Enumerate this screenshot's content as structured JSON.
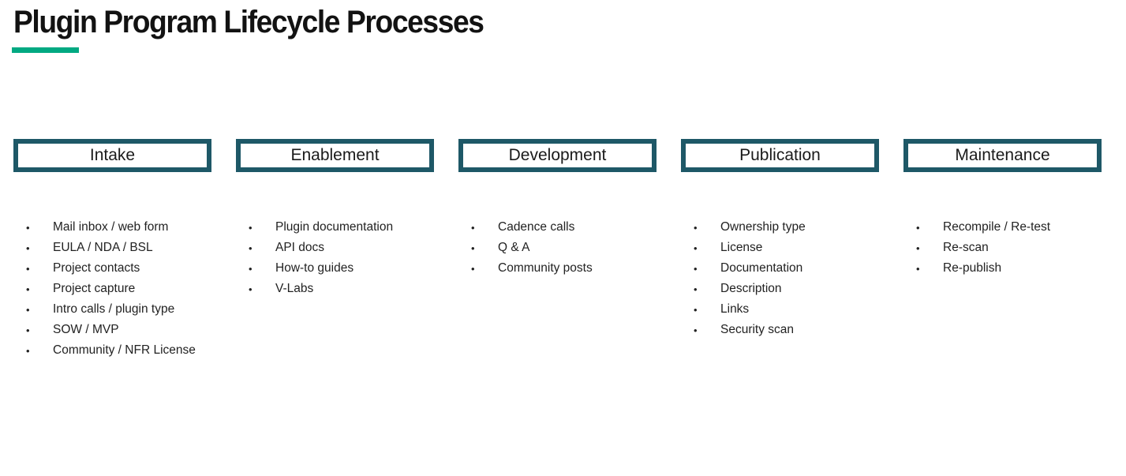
{
  "slide": {
    "title": "Plugin Program Lifecycle Processes",
    "accent_color": "#01A982",
    "box_border_color": "#1E5867",
    "bullet_icon": "•"
  },
  "columns": [
    {
      "header": "Intake",
      "items": [
        "Mail inbox / web form",
        "EULA / NDA / BSL",
        "Project contacts",
        "Project capture",
        "Intro calls / plugin type",
        "SOW / MVP",
        "Community / NFR License"
      ]
    },
    {
      "header": "Enablement",
      "items": [
        "Plugin documentation",
        "API docs",
        "How-to guides",
        "V-Labs"
      ]
    },
    {
      "header": "Development",
      "items": [
        "Cadence calls",
        "Q & A",
        "Community posts"
      ]
    },
    {
      "header": "Publication",
      "items": [
        "Ownership type",
        "License",
        "Documentation",
        "Description",
        "Links",
        "Security scan"
      ]
    },
    {
      "header": "Maintenance",
      "items": [
        "Recompile / Re-test",
        "Re-scan",
        "Re-publish"
      ]
    }
  ]
}
